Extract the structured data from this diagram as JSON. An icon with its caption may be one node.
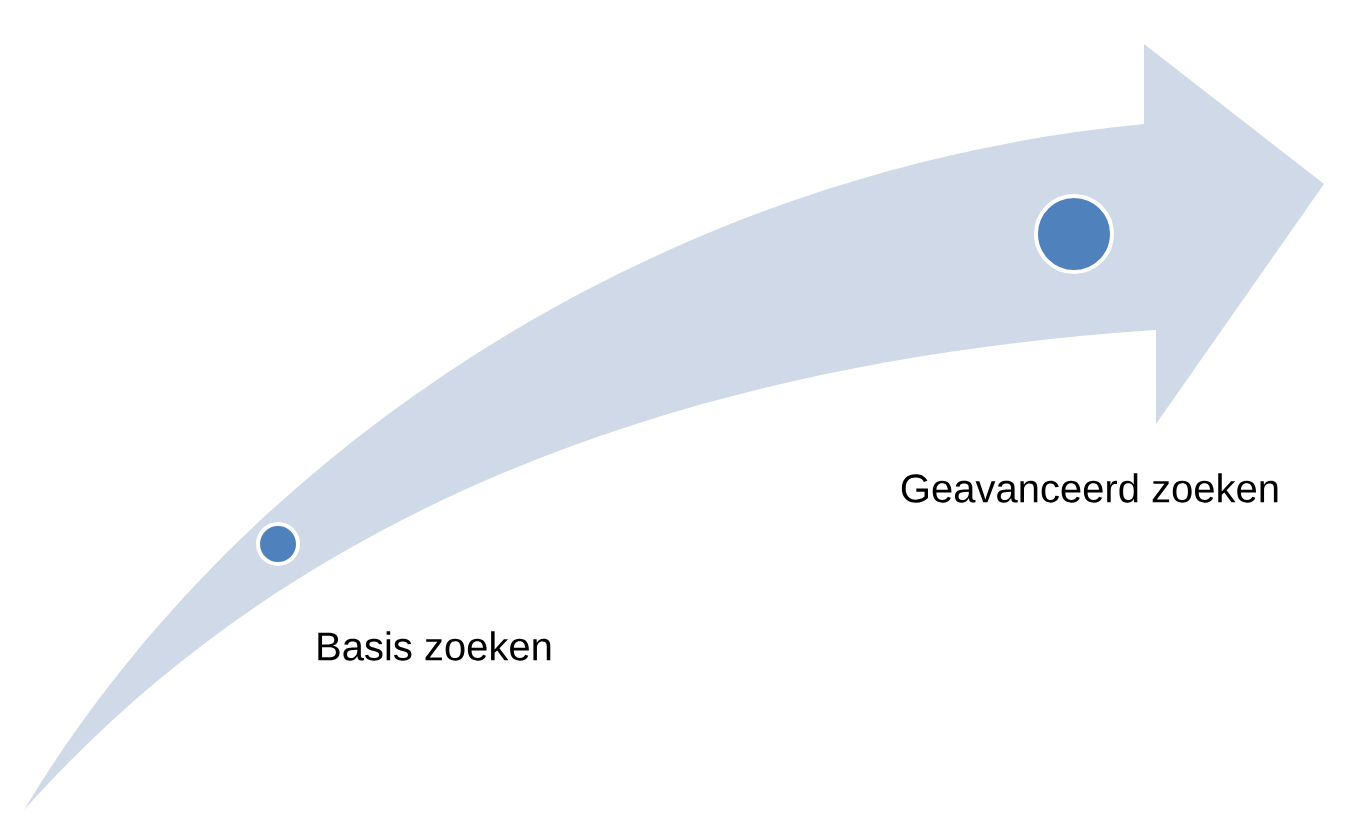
{
  "diagram": {
    "nodes": [
      {
        "text": [],
        "shape": "circle"
      },
      {
        "text": [],
        "shape": "circle"
      }
    ],
    "labels": [
      "Basis zoeken",
      "Geavanceerd zoeken"
    ]
  }
}
